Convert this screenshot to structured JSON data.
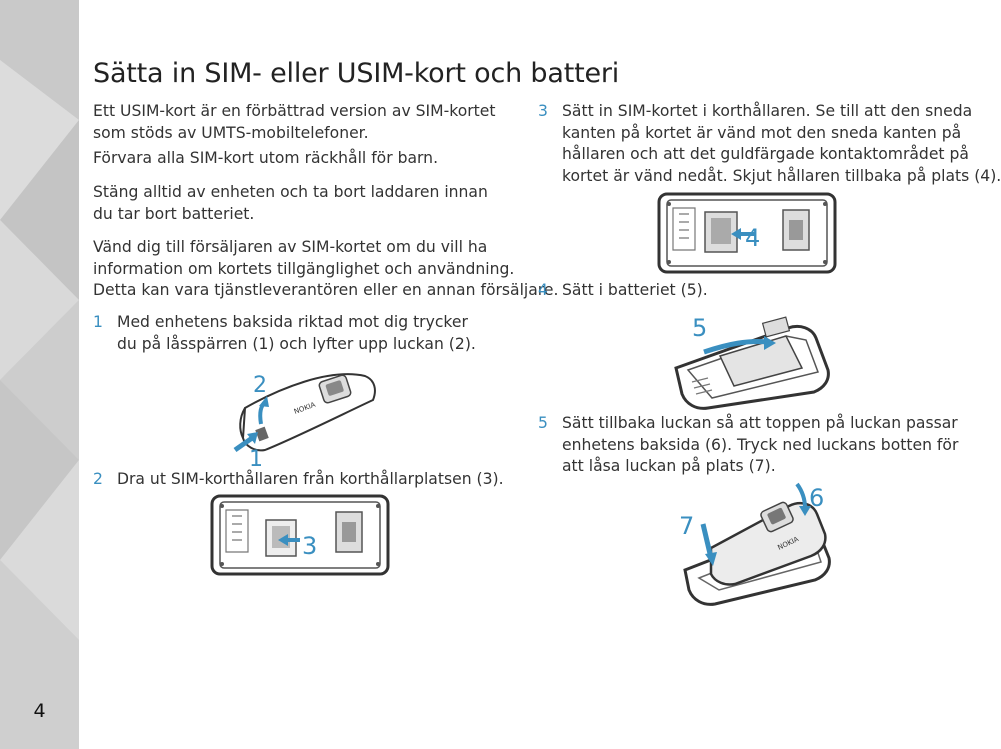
{
  "page": {
    "number": "4",
    "title": "Sätta in SIM- eller USIM-kort och batteri",
    "accent_color": "#3a8fc0",
    "sidebar_color": "#d3d3d3"
  },
  "left_column": {
    "p1": [
      "Ett USIM-kort är en förbättrad version av SIM-kortet",
      "som stöds av UMTS-mobiltelefoner."
    ],
    "p2": [
      "Förvara alla SIM-kort utom räckhåll för barn."
    ],
    "p3": [
      "Stäng alltid av enheten och ta bort laddaren innan",
      "du tar bort batteriet."
    ],
    "p4": [
      "Vänd dig till försäljaren av SIM-kortet om du vill ha",
      "information om kortets tillgänglighet och användning.",
      "Detta kan vara tjänstleverantören eller en annan försäljare."
    ],
    "step1": {
      "num": "1",
      "lines": [
        "Med enhetens baksida riktad mot dig trycker",
        "du på låsspärren (1) och lyfter upp luckan (2)."
      ]
    },
    "fig1": {
      "label_a": "2",
      "label_b": "1"
    },
    "step2": {
      "num": "2",
      "lines": [
        "Dra ut SIM-korthållaren från korthållarplatsen (3)."
      ]
    },
    "fig2": {
      "label": "3"
    }
  },
  "right_column": {
    "step3": {
      "num": "3",
      "lines": [
        "Sätt in SIM-kortet i korthållaren. Se till att den sneda",
        "kanten på kortet är vänd mot den sneda kanten på",
        "hållaren och att det guldfärgade kontaktområdet på",
        "kortet är vänd nedåt. Skjut hållaren tillbaka på plats (4)."
      ]
    },
    "fig3": {
      "label": "4"
    },
    "step4": {
      "num": "4",
      "lines": [
        "Sätt i batteriet (5)."
      ]
    },
    "fig4": {
      "label": "5"
    },
    "step5": {
      "num": "5",
      "lines": [
        "Sätt tillbaka luckan så att toppen på luckan passar",
        "enhetens baksida (6). Tryck ned luckans botten för",
        "att låsa luckan på plats (7)."
      ]
    },
    "fig5": {
      "label_a": "6",
      "label_b": "7"
    }
  }
}
